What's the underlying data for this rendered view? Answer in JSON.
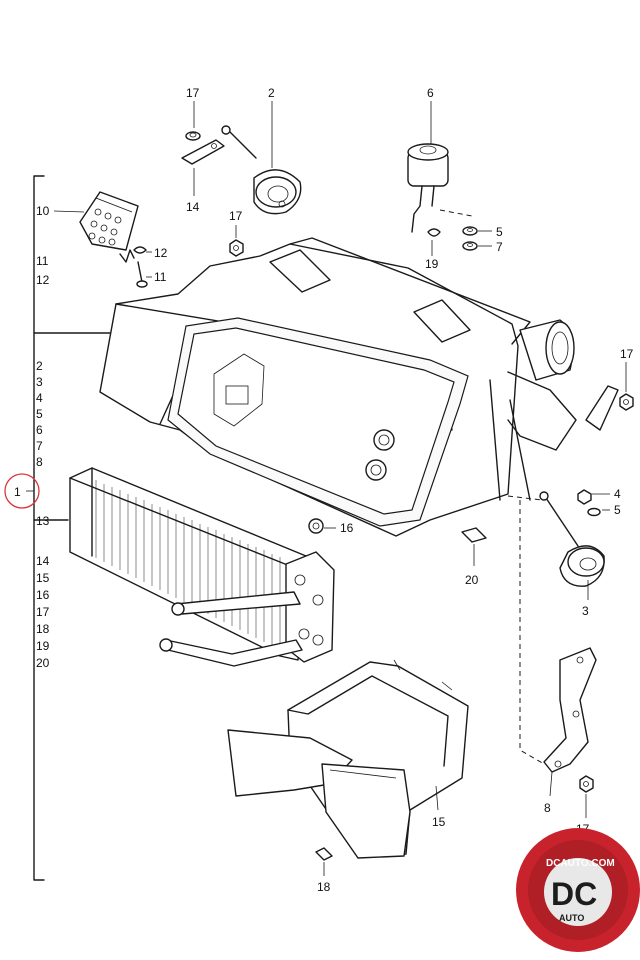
{
  "callouts": {
    "c1": "1",
    "c2": "2",
    "c3": "3",
    "c4": "4",
    "c5a": "5",
    "c5b": "5",
    "c6": "6",
    "c7": "7",
    "c8": "8",
    "c10": "10",
    "c11": "11",
    "c12": "12",
    "c13": "13",
    "c14": "14",
    "c15": "15",
    "c16": "16",
    "c17a": "17",
    "c17b": "17",
    "c17c": "17",
    "c17d": "17",
    "c18": "18",
    "c19": "19",
    "c20": "20"
  },
  "part_list": {
    "top": [
      "11",
      "12"
    ],
    "middle": [
      "2",
      "3",
      "4",
      "5",
      "6",
      "7",
      "8"
    ],
    "bottom": [
      "14",
      "15",
      "16",
      "17",
      "18",
      "19",
      "20"
    ]
  },
  "assembly_label": "1",
  "logo": {
    "site": "DCAUTO.COM",
    "mark": "DC",
    "word": "AUTO",
    "colors": {
      "ring": "#c8232c",
      "center": "#e8e8e8",
      "letters": "#1c1c1c"
    }
  },
  "highlight_color": "#d9343c"
}
